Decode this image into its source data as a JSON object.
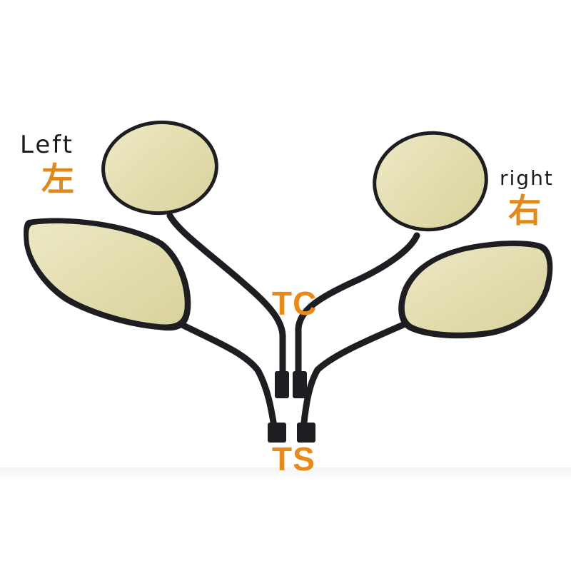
{
  "labels": {
    "left_en": "Left",
    "left_cjk": "左",
    "right_en": "right",
    "right_cjk": "右",
    "tc": "TC",
    "ts": "TS"
  },
  "colors": {
    "label_accent": "#e88a1a",
    "label_text": "#1a1a1a",
    "mirror_glass": "#e6e1b6",
    "mirror_frame": "#1e1e22",
    "background": "#ffffff"
  }
}
